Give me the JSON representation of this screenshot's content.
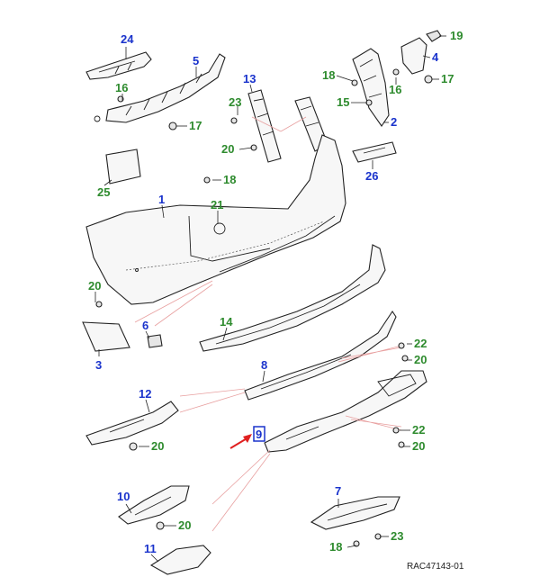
{
  "diagram": {
    "reference_code": "RAC47143-01",
    "callouts": {
      "c24": "24",
      "c5": "5",
      "c16a": "16",
      "c17a": "17",
      "c13": "13",
      "c23a": "23",
      "c20a": "20",
      "c18a": "18",
      "c15": "15",
      "c16b": "16",
      "c19": "19",
      "c4": "4",
      "c17b": "17",
      "c2": "2",
      "c26": "26",
      "c25": "25",
      "c18b": "18",
      "c1": "1",
      "c21": "21",
      "c20b": "20",
      "c6": "6",
      "c3": "3",
      "c14": "14",
      "c22a": "22",
      "c20c": "20",
      "c8": "8",
      "c12": "12",
      "c20d": "20",
      "c9": "9",
      "c22b": "22",
      "c20e": "20",
      "c10": "10",
      "c20f": "20",
      "c7": "7",
      "c23b": "23",
      "c18c": "18",
      "c11": "11"
    },
    "colors": {
      "blue_callout": "#1a33cc",
      "green_callout": "#2e8b2e",
      "highlight": "#e02020",
      "leader_pink": "#e8a0a0"
    }
  }
}
